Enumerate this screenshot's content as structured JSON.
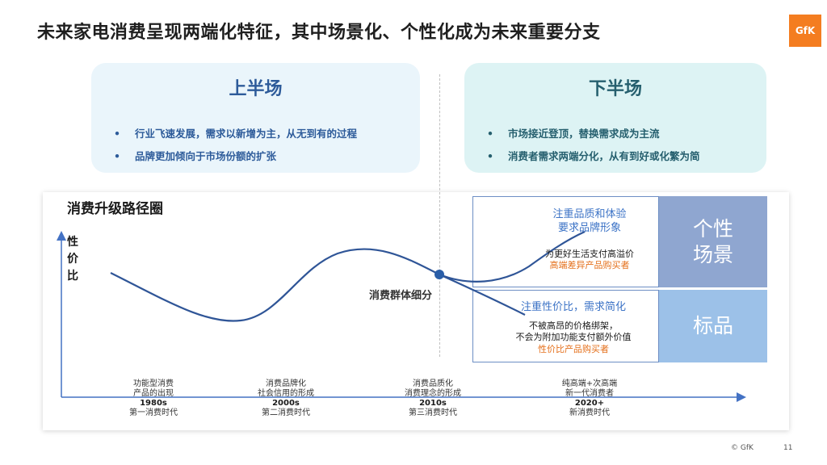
{
  "title": "未来家电消费呈现两端化特征，其中场景化、个性化成为未来重要分支",
  "logo": "GfK",
  "cards": {
    "left": {
      "title": "上半场",
      "bullets": [
        "行业飞速发展，需求以新增为主，从无到有的过程",
        "品牌更加倾向于市场份额的扩张"
      ]
    },
    "right": {
      "title": "下半场",
      "bullets": [
        "市场接近登顶，替换需求成为主流",
        "消费者需求两端分化，从有到好或化繁为简"
      ]
    }
  },
  "bullet_char": "•",
  "chart": {
    "title": "消费升级路径圈",
    "y_label": [
      "性",
      "价",
      "比"
    ],
    "segment_label": "消费群体细分",
    "eras": [
      {
        "line1": "功能型消费",
        "line2": "产品的出现",
        "decade": "1980s",
        "line4": "第一消费时代"
      },
      {
        "line1": "消费品牌化",
        "line2": "社会信用的形成",
        "decade": "2000s",
        "line4": "第二消费时代"
      },
      {
        "line1": "消费品质化",
        "line2": "消费理念的形成",
        "decade": "2010s",
        "line4": "第三消费时代"
      },
      {
        "line1": "纯高端+次高端",
        "line2": "新一代消费者",
        "decade": "2020+",
        "line4": "新消费时代"
      }
    ],
    "upper_box": {
      "heading1": "注重品质和体验",
      "heading2": "要求品牌形象",
      "text": "为更好生活支付高溢价",
      "highlight": "高端差异产品购买者",
      "tag1": "个性",
      "tag2": "场景"
    },
    "lower_box": {
      "heading": "注重性价比，需求简化",
      "text1": "不被高昂的价格绑架，",
      "text2": "不会为附加功能支付额外价值",
      "highlight": "性价比产品购买者",
      "tag": "标品"
    },
    "colors": {
      "curve": "#2f5597",
      "node": "#2a5ea8",
      "axis": "#4472c4"
    }
  },
  "footer": {
    "copyright": "© GfK",
    "page": "11"
  }
}
